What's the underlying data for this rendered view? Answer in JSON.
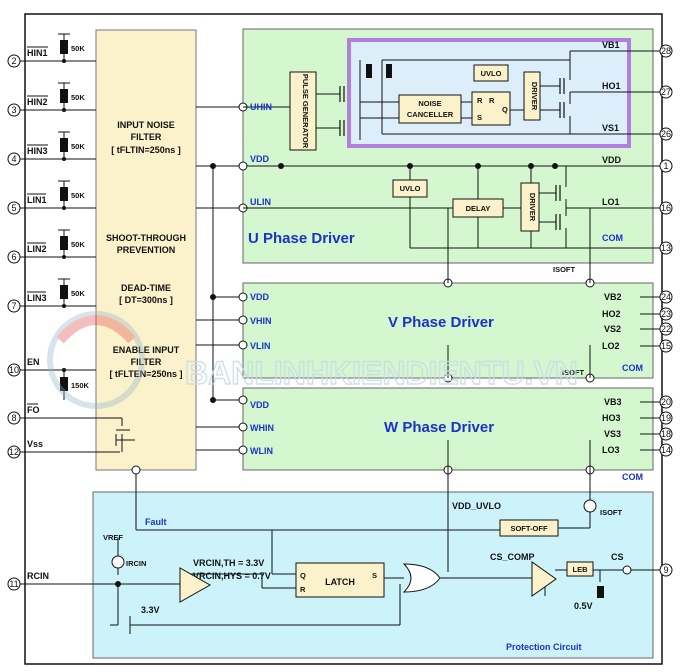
{
  "left_pins": [
    {
      "num": "2",
      "name": "HIN1"
    },
    {
      "num": "3",
      "name": "HIN2"
    },
    {
      "num": "4",
      "name": "HIN3"
    },
    {
      "num": "5",
      "name": "LIN1"
    },
    {
      "num": "6",
      "name": "LIN2"
    },
    {
      "num": "7",
      "name": "LIN3"
    },
    {
      "num": "10",
      "name": "EN"
    },
    {
      "num": "8",
      "name": "FO"
    },
    {
      "num": "12",
      "name": "Vss"
    },
    {
      "num": "11",
      "name": "RCIN"
    }
  ],
  "right_pins": [
    {
      "num": "28",
      "name": "VB1"
    },
    {
      "num": "27",
      "name": "HO1"
    },
    {
      "num": "26",
      "name": "VS1"
    },
    {
      "num": "1",
      "name": "VDD"
    },
    {
      "num": "16",
      "name": "LO1"
    },
    {
      "num": "13",
      "name": "COM"
    },
    {
      "num": "24",
      "name": "VB2"
    },
    {
      "num": "23",
      "name": "HO2"
    },
    {
      "num": "22",
      "name": "VS2"
    },
    {
      "num": "15",
      "name": "LO2"
    },
    {
      "num": "20",
      "name": "VB3"
    },
    {
      "num": "19",
      "name": "HO3"
    },
    {
      "num": "18",
      "name": "VS3"
    },
    {
      "num": "14",
      "name": "LO3"
    },
    {
      "num": "9",
      "name": "CS"
    }
  ],
  "resistor_label": "50K",
  "en_resistor_label": "150K",
  "input_block": {
    "noise_filter": "INPUT NOISE",
    "noise_filter2": "FILTER",
    "noise_filter_t": "[ tFLTIN=250ns ]",
    "shoot": "SHOOT-THROUGH",
    "prevention": "PREVENTION",
    "dead": "DEAD-TIME",
    "dead_t": "[ DT=300ns ]",
    "enable": "ENABLE INPUT",
    "enable2": "FILTER",
    "enable_t": "[ tFLTEN=250ns ]"
  },
  "u_phase": {
    "title": "U Phase Driver",
    "uhin": "UHIN",
    "vdd": "VDD",
    "ulin": "ULIN",
    "pulse_gen": "PULSE GENERATOR",
    "noise_canceller_1": "NOISE",
    "noise_canceller_2": "CANCELLER",
    "uvlo": "UVLO",
    "r": "R",
    "r2": "R",
    "s": "S",
    "q": "Q",
    "driver": "DRIVER",
    "delay": "DELAY",
    "isoft": "ISOFT"
  },
  "v_phase": {
    "title": "V  Phase  Driver",
    "vdd": "VDD",
    "vhin": "VHIN",
    "vlin": "VLIN",
    "isoft": "ISOFT",
    "com": "COM"
  },
  "w_phase": {
    "title": "W Phase Driver",
    "vdd": "VDD",
    "whin": "WHIN",
    "wlin": "WLIN",
    "com": "COM"
  },
  "protection": {
    "title": "Protection Circuit",
    "fault": "Fault",
    "vdd_uvlo": "VDD_UVLO",
    "isoft": "ISOFT",
    "soft_off": "SOFT-OFF",
    "vref": "VREF",
    "ircin": "IRCIN",
    "vth": "VRCIN,TH = 3.3V",
    "vhys": "VRCIN,HYS = 0.7V",
    "latch": "LATCH",
    "q": "Q",
    "r": "R",
    "s": "S",
    "cs_comp": "CS_COMP",
    "leb": "LEB",
    "v33": "3.3V",
    "v05": "0.5V"
  },
  "watermark": "BANLINHKIENDIENTU.VN",
  "colors": {
    "green": "#d5f7cf",
    "yellow": "#fbf2cc",
    "cyan": "#ccf3fa",
    "purple": "#b27ee0",
    "label_blue": "#1a33c8"
  }
}
